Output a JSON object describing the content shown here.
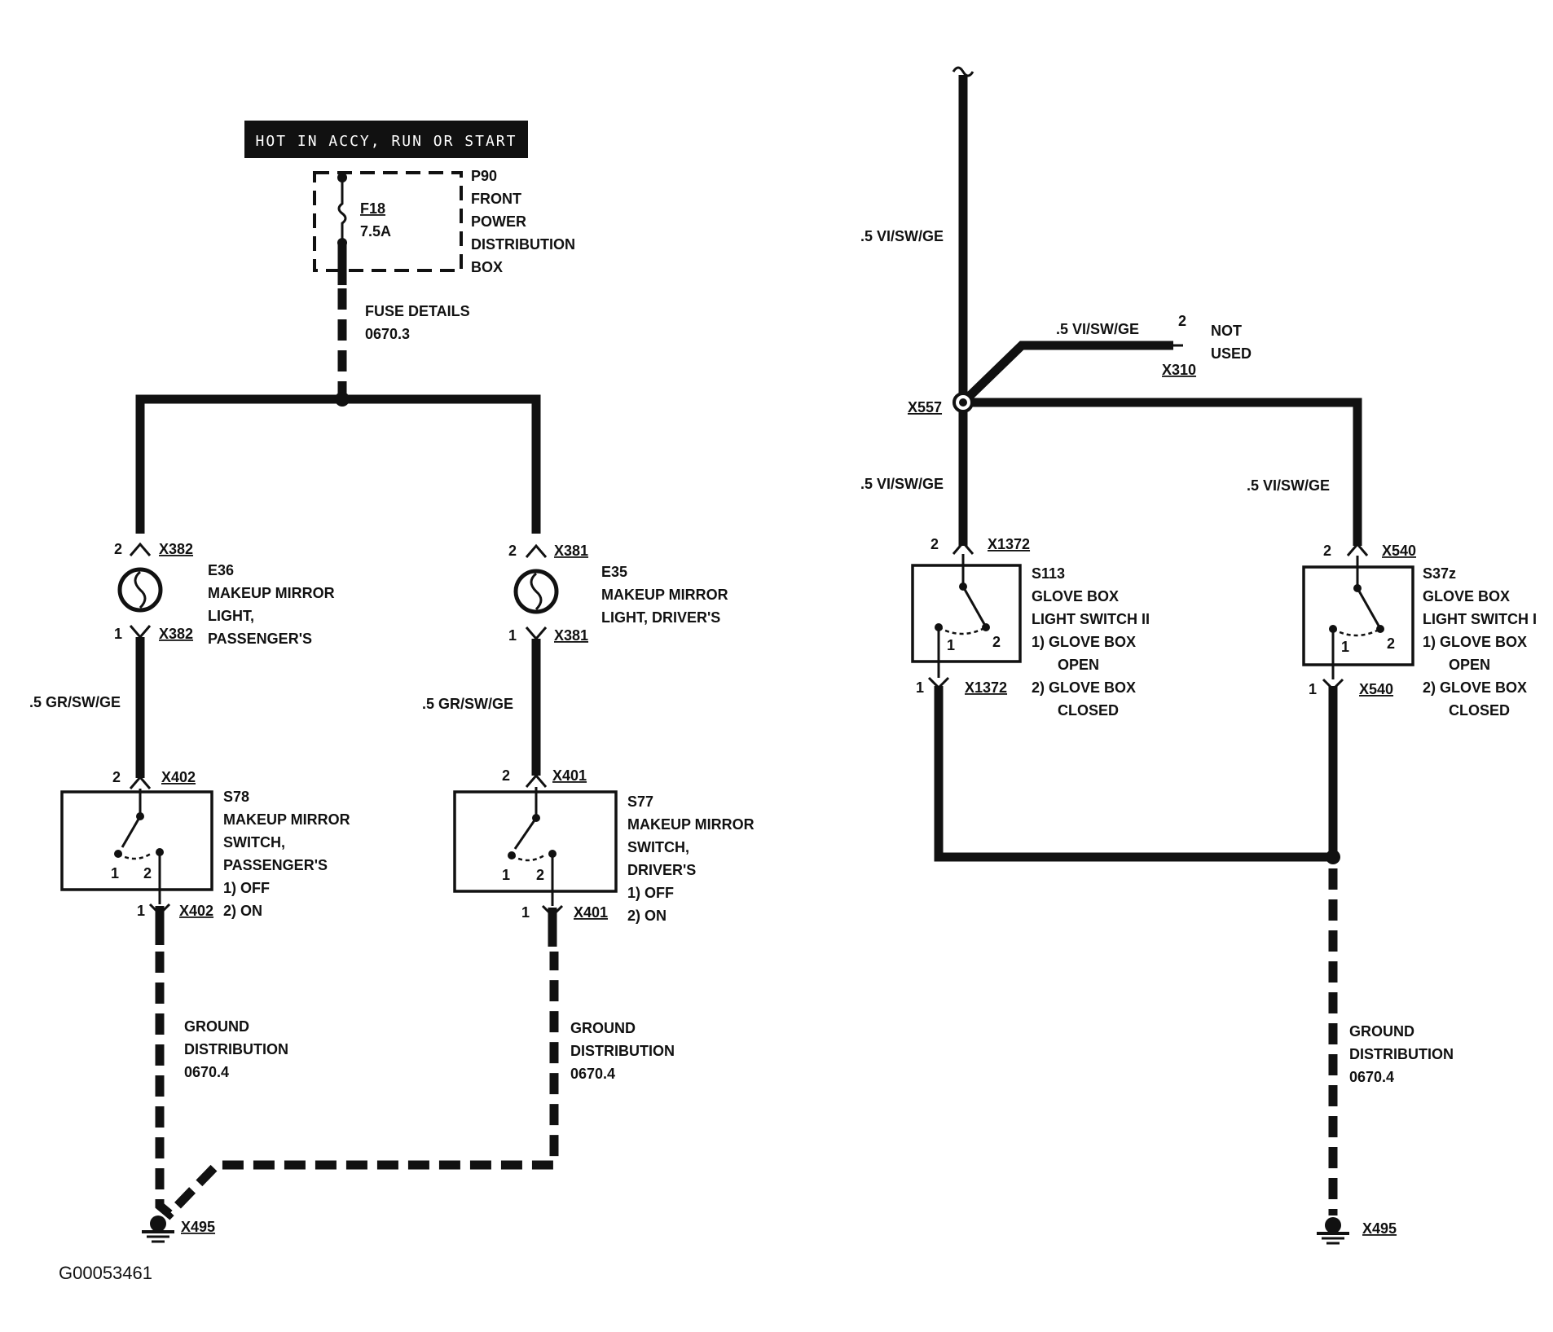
{
  "header": {
    "text": "HOT IN ACCY, RUN OR START"
  },
  "fuse_box": {
    "id": "P90",
    "lines": [
      "FRONT",
      "POWER",
      "DISTRIBUTION",
      "BOX"
    ],
    "fuse_id": "F18",
    "fuse_rating": "7.5A",
    "details": [
      "FUSE DETAILS",
      "0670.3"
    ]
  },
  "lamp_passenger": {
    "id": "E36",
    "lines": [
      "MAKEUP MIRROR",
      "LIGHT,",
      "PASSENGER'S"
    ],
    "conn_top": "X382",
    "pin_top": "2",
    "conn_bottom": "X382",
    "pin_bottom": "1"
  },
  "lamp_driver": {
    "id": "E35",
    "lines": [
      "MAKEUP MIRROR",
      "LIGHT, DRIVER'S"
    ],
    "conn_top": "X381",
    "pin_top": "2",
    "conn_bottom": "X381",
    "pin_bottom": "1"
  },
  "wire_left": ".5 GR/SW/GE",
  "wire_mid": ".5 GR/SW/GE",
  "switch_passenger": {
    "id": "S78",
    "lines": [
      "MAKEUP MIRROR",
      "SWITCH,",
      "PASSENGER'S"
    ],
    "opt1": "1)  OFF",
    "opt2": "2)  ON",
    "conn_top": "X402",
    "pin_top": "2",
    "conn_bottom": "X402",
    "pin_bottom": "1",
    "inner1": "1",
    "inner2": "2"
  },
  "switch_driver": {
    "id": "S77",
    "lines": [
      "MAKEUP MIRROR",
      "SWITCH,",
      "DRIVER'S"
    ],
    "opt1": "1)  OFF",
    "opt2": "2)  ON",
    "conn_top": "X401",
    "pin_top": "2",
    "conn_bottom": "X401",
    "pin_bottom": "1",
    "inner1": "1",
    "inner2": "2"
  },
  "ground_left": [
    "GROUND",
    "DISTRIBUTION",
    "0670.4"
  ],
  "ground_mid": [
    "GROUND",
    "DISTRIBUTION",
    "0670.4"
  ],
  "ground_right": [
    "GROUND",
    "DISTRIBUTION",
    "0670.4"
  ],
  "ground_conn_left": "X495",
  "ground_conn_right": "X495",
  "figure_id": "G00053461",
  "right": {
    "wire_top": ".5 VI/SW/GE",
    "wire_branch": ".5 VI/SW/GE",
    "branch_pin": "2",
    "branch_conn": "X310",
    "branch_note": [
      "NOT",
      "USED"
    ],
    "splice": "X557",
    "wire_left": ".5 VI/SW/GE",
    "wire_right": ".5 VI/SW/GE"
  },
  "switch_s113": {
    "id": "S113",
    "lines": [
      "GLOVE BOX",
      "LIGHT SWITCH II"
    ],
    "opt1a": "1)   GLOVE BOX",
    "opt1b": "OPEN",
    "opt2a": "2)   GLOVE BOX",
    "opt2b": "CLOSED",
    "conn_top": "X1372",
    "pin_top": "2",
    "conn_bottom": "X1372",
    "pin_bottom": "1",
    "inner1": "1",
    "inner2": "2"
  },
  "switch_s37z": {
    "id": "S37z",
    "lines": [
      "GLOVE BOX",
      "LIGHT SWITCH I"
    ],
    "opt1a": "1)   GLOVE BOX",
    "opt1b": "OPEN",
    "opt2a": "2)   GLOVE BOX",
    "opt2b": "CLOSED",
    "conn_top": "X540",
    "pin_top": "2",
    "conn_bottom": "X540",
    "pin_bottom": "1",
    "inner1": "1",
    "inner2": "2"
  }
}
